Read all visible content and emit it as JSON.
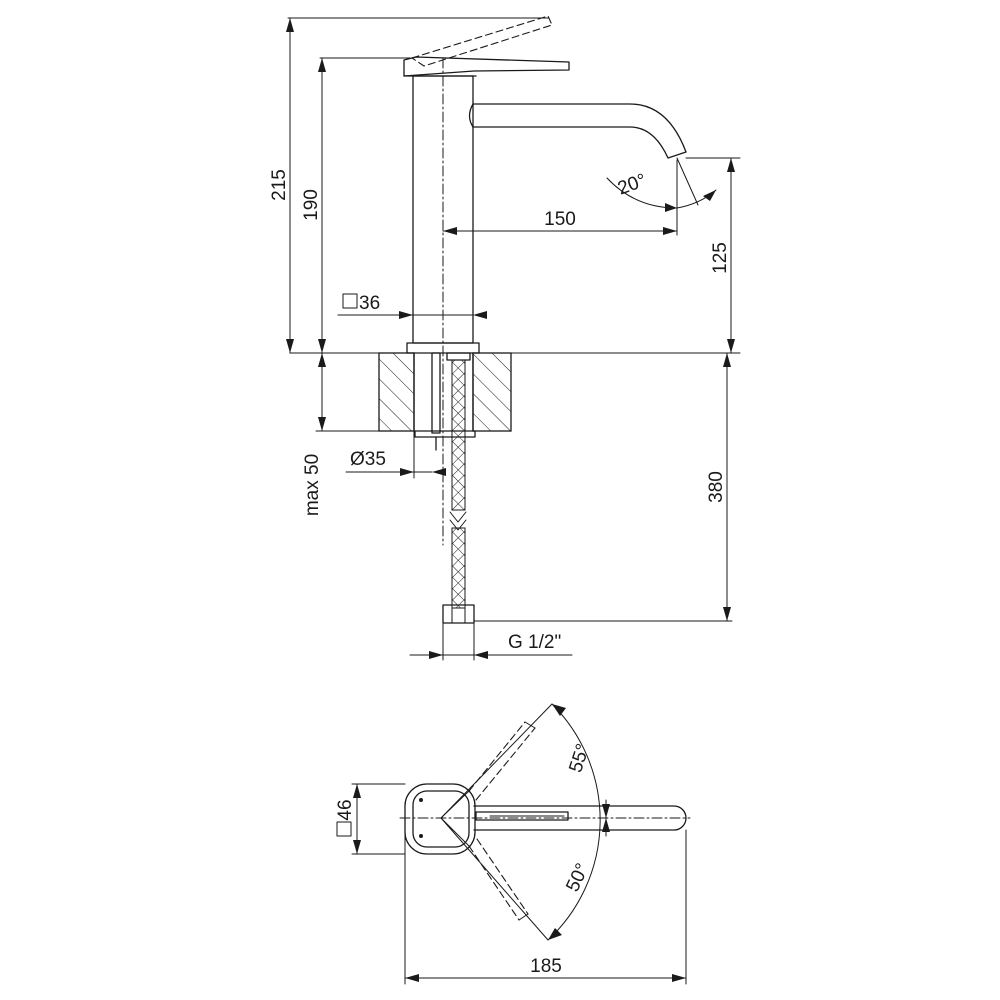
{
  "front_view": {
    "dimensions": {
      "total_height": "215",
      "body_height": "190",
      "spout_reach": "150",
      "spout_height": "125",
      "body_square": "36",
      "mount_hole": "Ø35",
      "max_deck": "max 50",
      "hose_length": "380",
      "connection": "G 1/2\"",
      "spout_angle": "20°"
    }
  },
  "top_view": {
    "dimensions": {
      "base_square": "46",
      "total_length": "185",
      "rotation_upper": "55°",
      "rotation_lower": "50°"
    }
  }
}
